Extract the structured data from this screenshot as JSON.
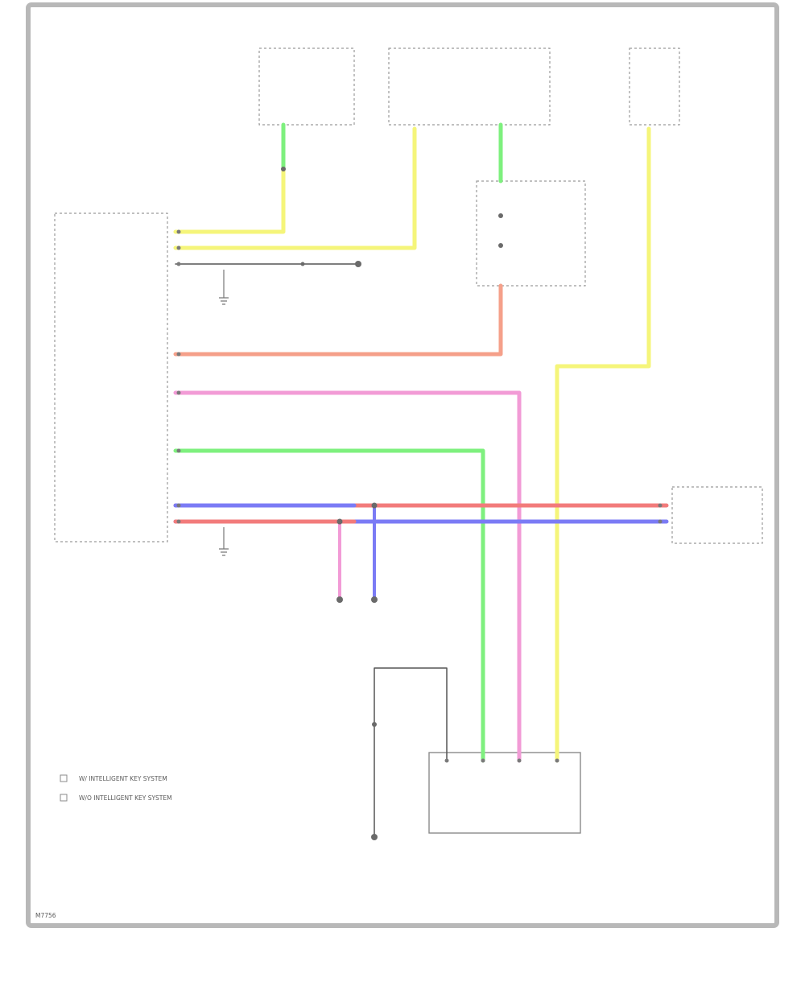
{
  "diagram_id": "M7756",
  "legend": [
    {
      "text": "W/ INTELLIGENT KEY SYSTEM"
    },
    {
      "text": "W/O INTELLIGENT KEY SYSTEM"
    }
  ],
  "colors": {
    "frame": "#b8b8b8",
    "yellow": "#f5f57a",
    "green": "#7ef07e",
    "pink": "#f29bd6",
    "salmon": "#f5a08a",
    "blue": "#7b7bf5",
    "red": "#f27b7b",
    "black": "#555555"
  }
}
